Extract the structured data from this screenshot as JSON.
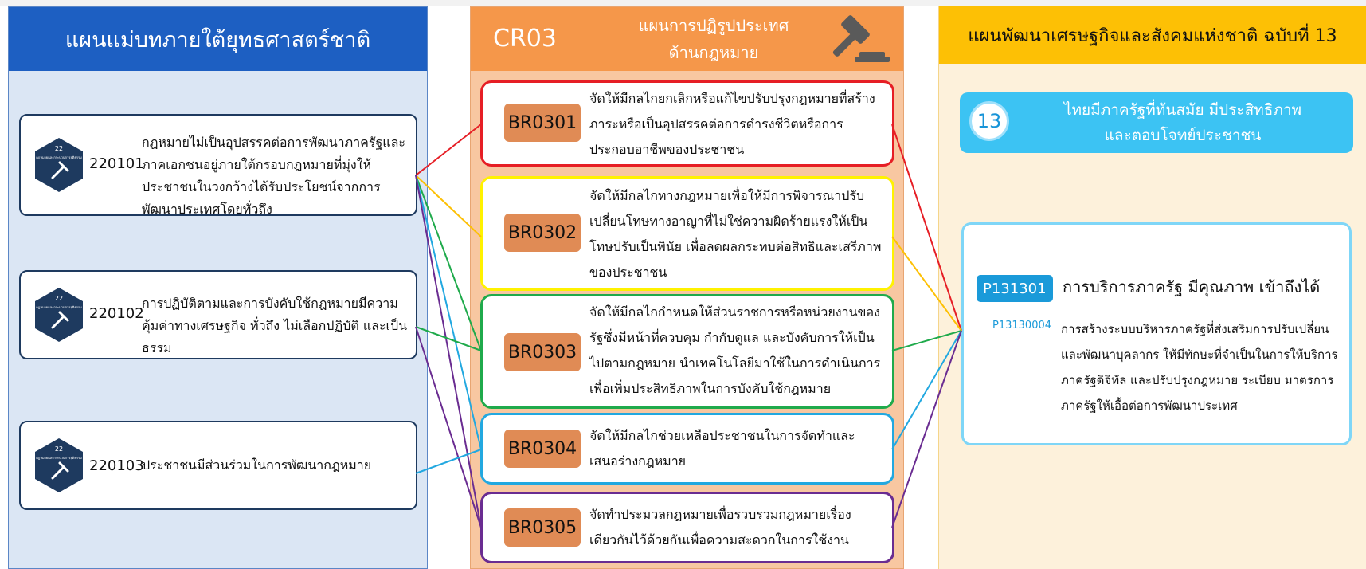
{
  "col1": {
    "title": "แผนแม่บทภายใต้ยุทธศาสตร์ชาติ",
    "badge_number": "22",
    "badge_caption": "กฎหมายและกระบวนการยุติธรรม",
    "items": [
      {
        "code": "220101",
        "text": "กฎหมายไม่เป็นอุปสรรคต่อการพัฒนาภาครัฐและภาคเอกชนอยู่ภายใต้กรอบกฎหมายที่มุ่งให้ประชาชนในวงกว้างได้รับประโยชน์จากการพัฒนาประเทศโดยทั่วถึง"
      },
      {
        "code": "220102",
        "text": "การปฏิบัติตามและการบังคับใช้กฎหมายมีความคุ้มค่าทางเศรษฐกิจ ทั่วถึง ไม่เลือกปฏิบัติ และเป็นธรรม"
      },
      {
        "code": "220103",
        "text": "ประชาชนมีส่วนร่วมในการพัฒนากฎหมาย"
      }
    ]
  },
  "col2": {
    "code": "CR03",
    "title_line1": "แผนการปฏิรูปประเทศ",
    "title_line2": "ด้านกฎหมาย",
    "items": [
      {
        "code": "BR0301",
        "color": "#e61e25",
        "text": "จัดให้มีกลไกยกเลิกหรือแก้ไขปรับปรุงกฎหมายที่สร้างภาระหรือเป็นอุปสรรคต่อการดำรงชีวิตหรือการประกอบอาชีพของประชาชน"
      },
      {
        "code": "BR0302",
        "color": "#fff200",
        "text": "จัดให้มีกลไกทางกฎหมายเพื่อให้มีการพิจารณาปรับเปลี่ยนโทษทางอาญาที่ไม่ใช่ความผิดร้ายแรงให้เป็นโทษปรับเป็นพินัย เพื่อลดผลกระทบต่อสิทธิและเสรีภาพของประชาชน"
      },
      {
        "code": "BR0303",
        "color": "#1faa4b",
        "text": "จัดให้มีกลไกกำหนดให้ส่วนราชการหรือหน่วยงานของรัฐซึ่งมีหน้าที่ควบคุม กำกับดูแล และบังคับการให้เป็นไปตามกฎหมาย นำเทคโนโลยีมาใช้ในการดำเนินการเพื่อเพิ่มประสิทธิภาพในการบังคับใช้กฎหมาย"
      },
      {
        "code": "BR0304",
        "color": "#22a8e0",
        "text": "จัดให้มีกลไกช่วยเหลือประชาชนในการจัดทำและเสนอร่างกฎหมาย"
      },
      {
        "code": "BR0305",
        "color": "#6a2c91",
        "text": "จัดทำประมวลกฎหมายเพื่อรวบรวมกฎหมายเรื่องเดียวกันไว้ด้วยกันเพื่อความสะดวกในการใช้งาน"
      }
    ]
  },
  "col3": {
    "title": "แผนพัฒนาเศรษฐกิจและสังคมแห่งชาติ ฉบับที่ 13",
    "goal_number": "13",
    "goal_line1": "ไทยมีภาครัฐที่ทันสมัย มีประสิทธิภาพ",
    "goal_line2": "และตอบโจทย์ประชาชน",
    "p_code": "P131301",
    "p_title": "การบริการภาครัฐ มีคุณภาพ เข้าถึงได้",
    "sub_code": "P13130004",
    "sub_text": "การสร้างระบบบริหารภาครัฐที่ส่งเสริมการปรับเปลี่ยนและพัฒนาบุคลากร ให้มีทักษะที่จำเป็นในการให้บริการภาครัฐดิจิทัล และปรับปรุงกฎหมาย ระเบียบ มาตรการภาครัฐให้เอื้อต่อการพัฒนาประเทศ"
  },
  "colors": {
    "blue_header": "#1d5fc2",
    "orange_header": "#f5974a",
    "yellow_header": "#fdc005",
    "br_code_fill": "#e08b55",
    "p_badge": "#1a9ad9"
  }
}
